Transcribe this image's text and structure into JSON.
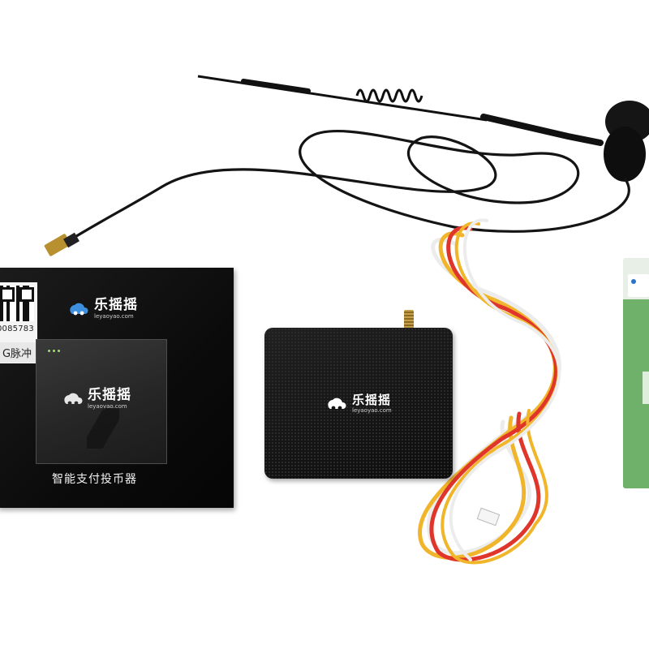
{
  "photo": {
    "package": {
      "sticker_serial": "0085783",
      "sticker_label": "G脉冲",
      "brand_name": "乐摇摇",
      "brand_domain": "leyaoyao.com",
      "window_brand_name": "乐摇摇",
      "window_brand_domain": "leyaoyao.com",
      "caption": "智能支付投币器"
    },
    "device": {
      "brand_name": "乐摇摇",
      "brand_domain": "leyaoyao.com"
    },
    "icons": {
      "logo": "cloud-logo-icon",
      "qr": "qr-code-icon",
      "antenna": "antenna-icon"
    },
    "colors": {
      "package_black": "#0b0b0b",
      "logo_blue": "#3d8fe0",
      "wire_red": "#e0352b",
      "wire_yellow": "#f0b52a",
      "wire_white": "#ececec",
      "module_green": "#6fb06a"
    }
  }
}
